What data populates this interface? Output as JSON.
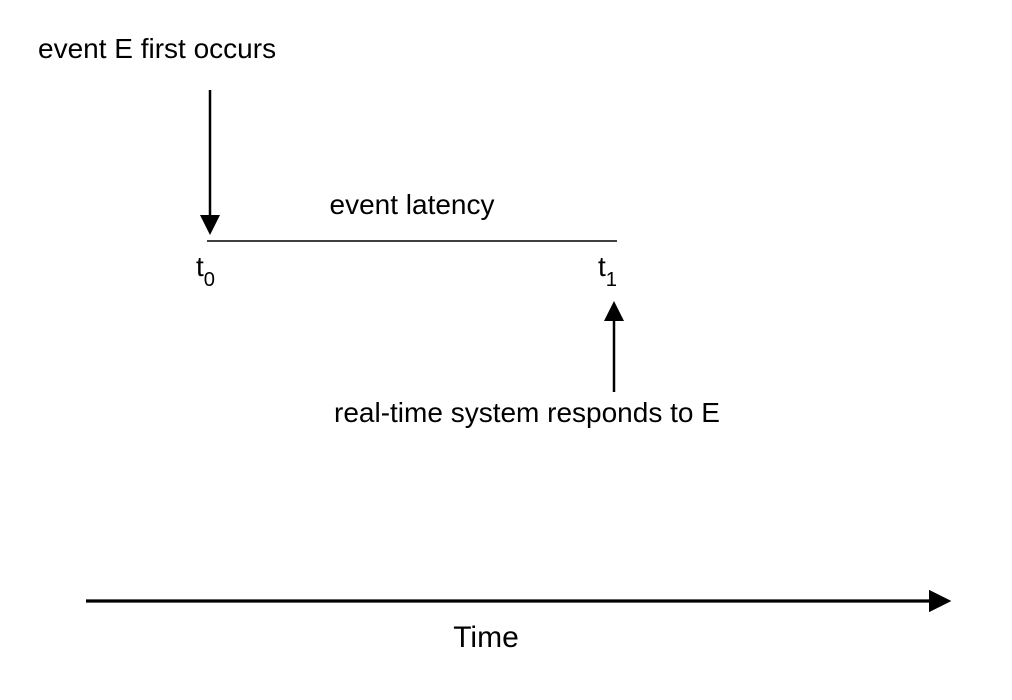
{
  "labels": {
    "event_occurs": "event E first occurs",
    "event_latency": "event latency",
    "responds": "real-time system responds to E",
    "time_axis": "Time"
  },
  "timestamps": {
    "t0": {
      "base": "t",
      "sub": "0"
    },
    "t1": {
      "base": "t",
      "sub": "1"
    }
  },
  "colors": {
    "ink": "#000000",
    "background": "#ffffff"
  }
}
